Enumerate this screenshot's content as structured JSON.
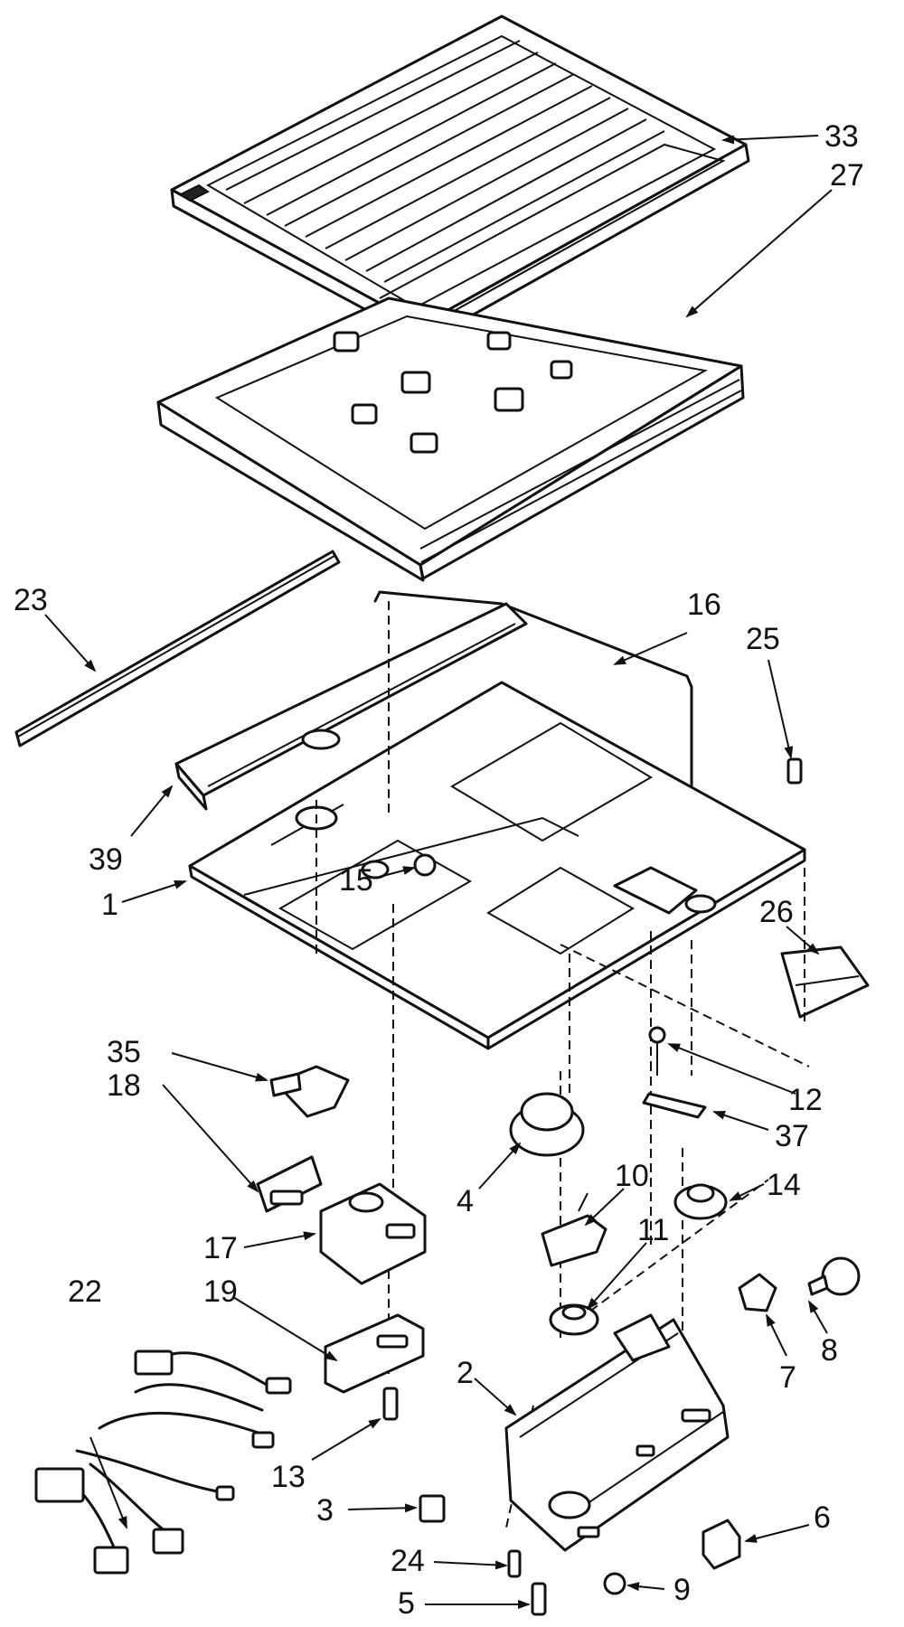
{
  "diagram": {
    "callouts": [
      {
        "id": "33",
        "text": "33"
      },
      {
        "id": "27",
        "text": "27"
      },
      {
        "id": "23",
        "text": "23"
      },
      {
        "id": "16",
        "text": "16"
      },
      {
        "id": "25",
        "text": "25"
      },
      {
        "id": "39",
        "text": "39"
      },
      {
        "id": "1",
        "text": "1"
      },
      {
        "id": "15",
        "text": "15"
      },
      {
        "id": "26",
        "text": "26"
      },
      {
        "id": "35",
        "text": "35"
      },
      {
        "id": "18",
        "text": "18"
      },
      {
        "id": "12",
        "text": "12"
      },
      {
        "id": "37",
        "text": "37"
      },
      {
        "id": "4",
        "text": "4"
      },
      {
        "id": "10",
        "text": "10"
      },
      {
        "id": "14",
        "text": "14"
      },
      {
        "id": "17",
        "text": "17"
      },
      {
        "id": "11",
        "text": "11"
      },
      {
        "id": "19",
        "text": "19"
      },
      {
        "id": "22",
        "text": "22"
      },
      {
        "id": "8",
        "text": "8"
      },
      {
        "id": "7",
        "text": "7"
      },
      {
        "id": "2",
        "text": "2"
      },
      {
        "id": "13",
        "text": "13"
      },
      {
        "id": "3",
        "text": "3"
      },
      {
        "id": "6",
        "text": "6"
      },
      {
        "id": "24",
        "text": "24"
      },
      {
        "id": "9",
        "text": "9"
      },
      {
        "id": "5",
        "text": "5"
      }
    ]
  }
}
